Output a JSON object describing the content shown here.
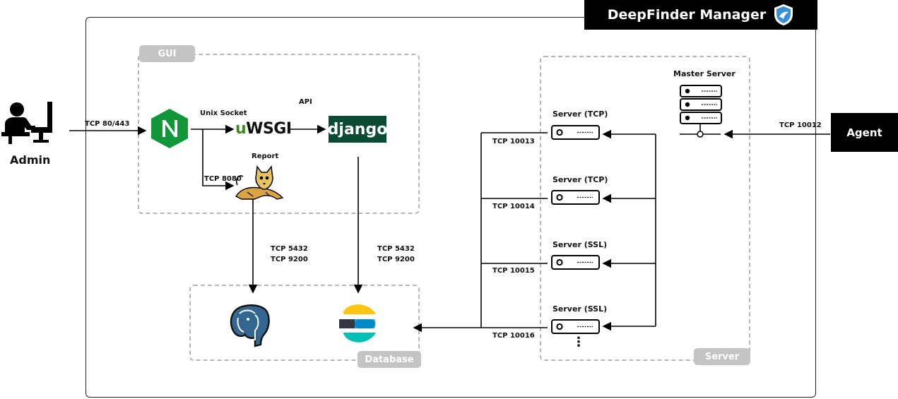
{
  "title": {
    "text": "DeepFinder Manager",
    "logo_icon": "shield-logo-icon"
  },
  "actors": {
    "admin": "Admin",
    "agent": "Agent"
  },
  "gui": {
    "tag": "GUI",
    "api_label": "API",
    "unix_socket_label": "Unix Socket",
    "report_label": "Report",
    "uwsgi_text": "uWSGI",
    "uwsgi_u": "u",
    "uwsgi_rest": "WSGI",
    "django_text": "django"
  },
  "connections": {
    "admin_port": "TCP 80/443",
    "tomcat_port": "TCP 8080",
    "db_left_1": "TCP 5432",
    "db_left_2": "TCP 9200",
    "db_right_1": "TCP 5432",
    "db_right_2": "TCP 9200",
    "agent_port": "TCP 10012",
    "srv1_port": "TCP 10013",
    "srv2_port": "TCP 10014",
    "srv3_port": "TCP 10015",
    "srv4_port": "TCP 10016"
  },
  "database": {
    "tag": "Database"
  },
  "server_group": {
    "tag": "Server",
    "master": "Master Server",
    "servers": [
      "Server (TCP)",
      "Server (TCP)",
      "Server (SSL)",
      "Server (SSL)"
    ],
    "more": "⋮"
  },
  "colors": {
    "nginx": "#119639",
    "django": "#0c4b33",
    "tag_gray": "#c4c4c4"
  }
}
